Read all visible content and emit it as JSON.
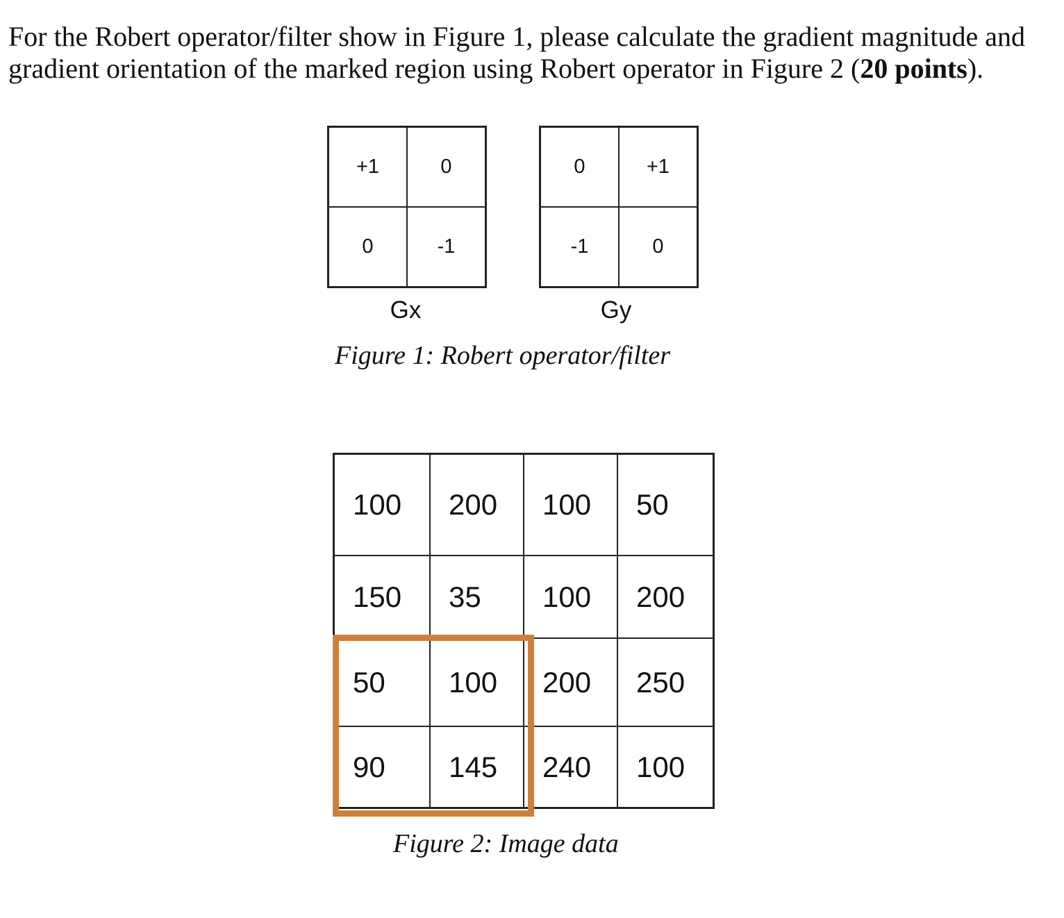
{
  "question": {
    "line1": "For the Robert operator/filter show in Figure 1, please calculate the gradient magnitude and",
    "line2_prefix": "gradient orientation of the marked region using Robert operator in Figure 2 (",
    "line2_bold": "20 points",
    "line2_suffix": ")."
  },
  "figure1": {
    "gx": {
      "label": "Gx",
      "cells": [
        "+1",
        "0",
        "0",
        "-1"
      ]
    },
    "gy": {
      "label": "Gy",
      "cells": [
        "0",
        "+1",
        "-1",
        "0"
      ]
    },
    "caption": "Figure 1: Robert operator/filter"
  },
  "figure2": {
    "rows": [
      [
        "100",
        "200",
        "100",
        "50"
      ],
      [
        "150",
        "35",
        "100",
        "200"
      ],
      [
        "50",
        "100",
        "200",
        "250"
      ],
      [
        "90",
        "145",
        "240",
        "100"
      ]
    ],
    "highlight_color": "#cf7f3c",
    "caption": "Figure 2: Image data"
  }
}
